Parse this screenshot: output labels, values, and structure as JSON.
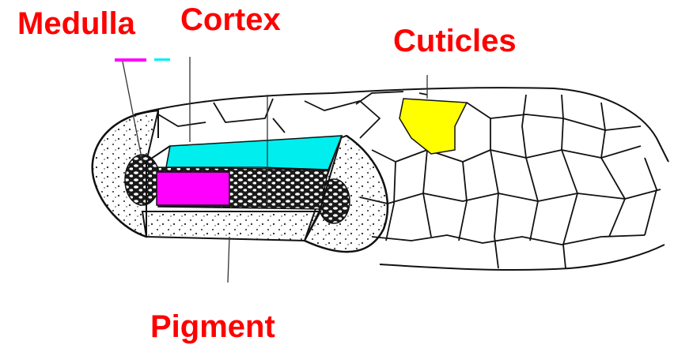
{
  "labels": {
    "medulla": "Medulla",
    "cortex": "Cortex",
    "cuticles": "Cuticles",
    "pigment": "Pigment"
  },
  "colors": {
    "label": "#ff0000",
    "cortex_region": "#00eeee",
    "cuticle_highlight": "#ffff00",
    "pigment_region": "#ff00ff",
    "outline": "#111111"
  }
}
